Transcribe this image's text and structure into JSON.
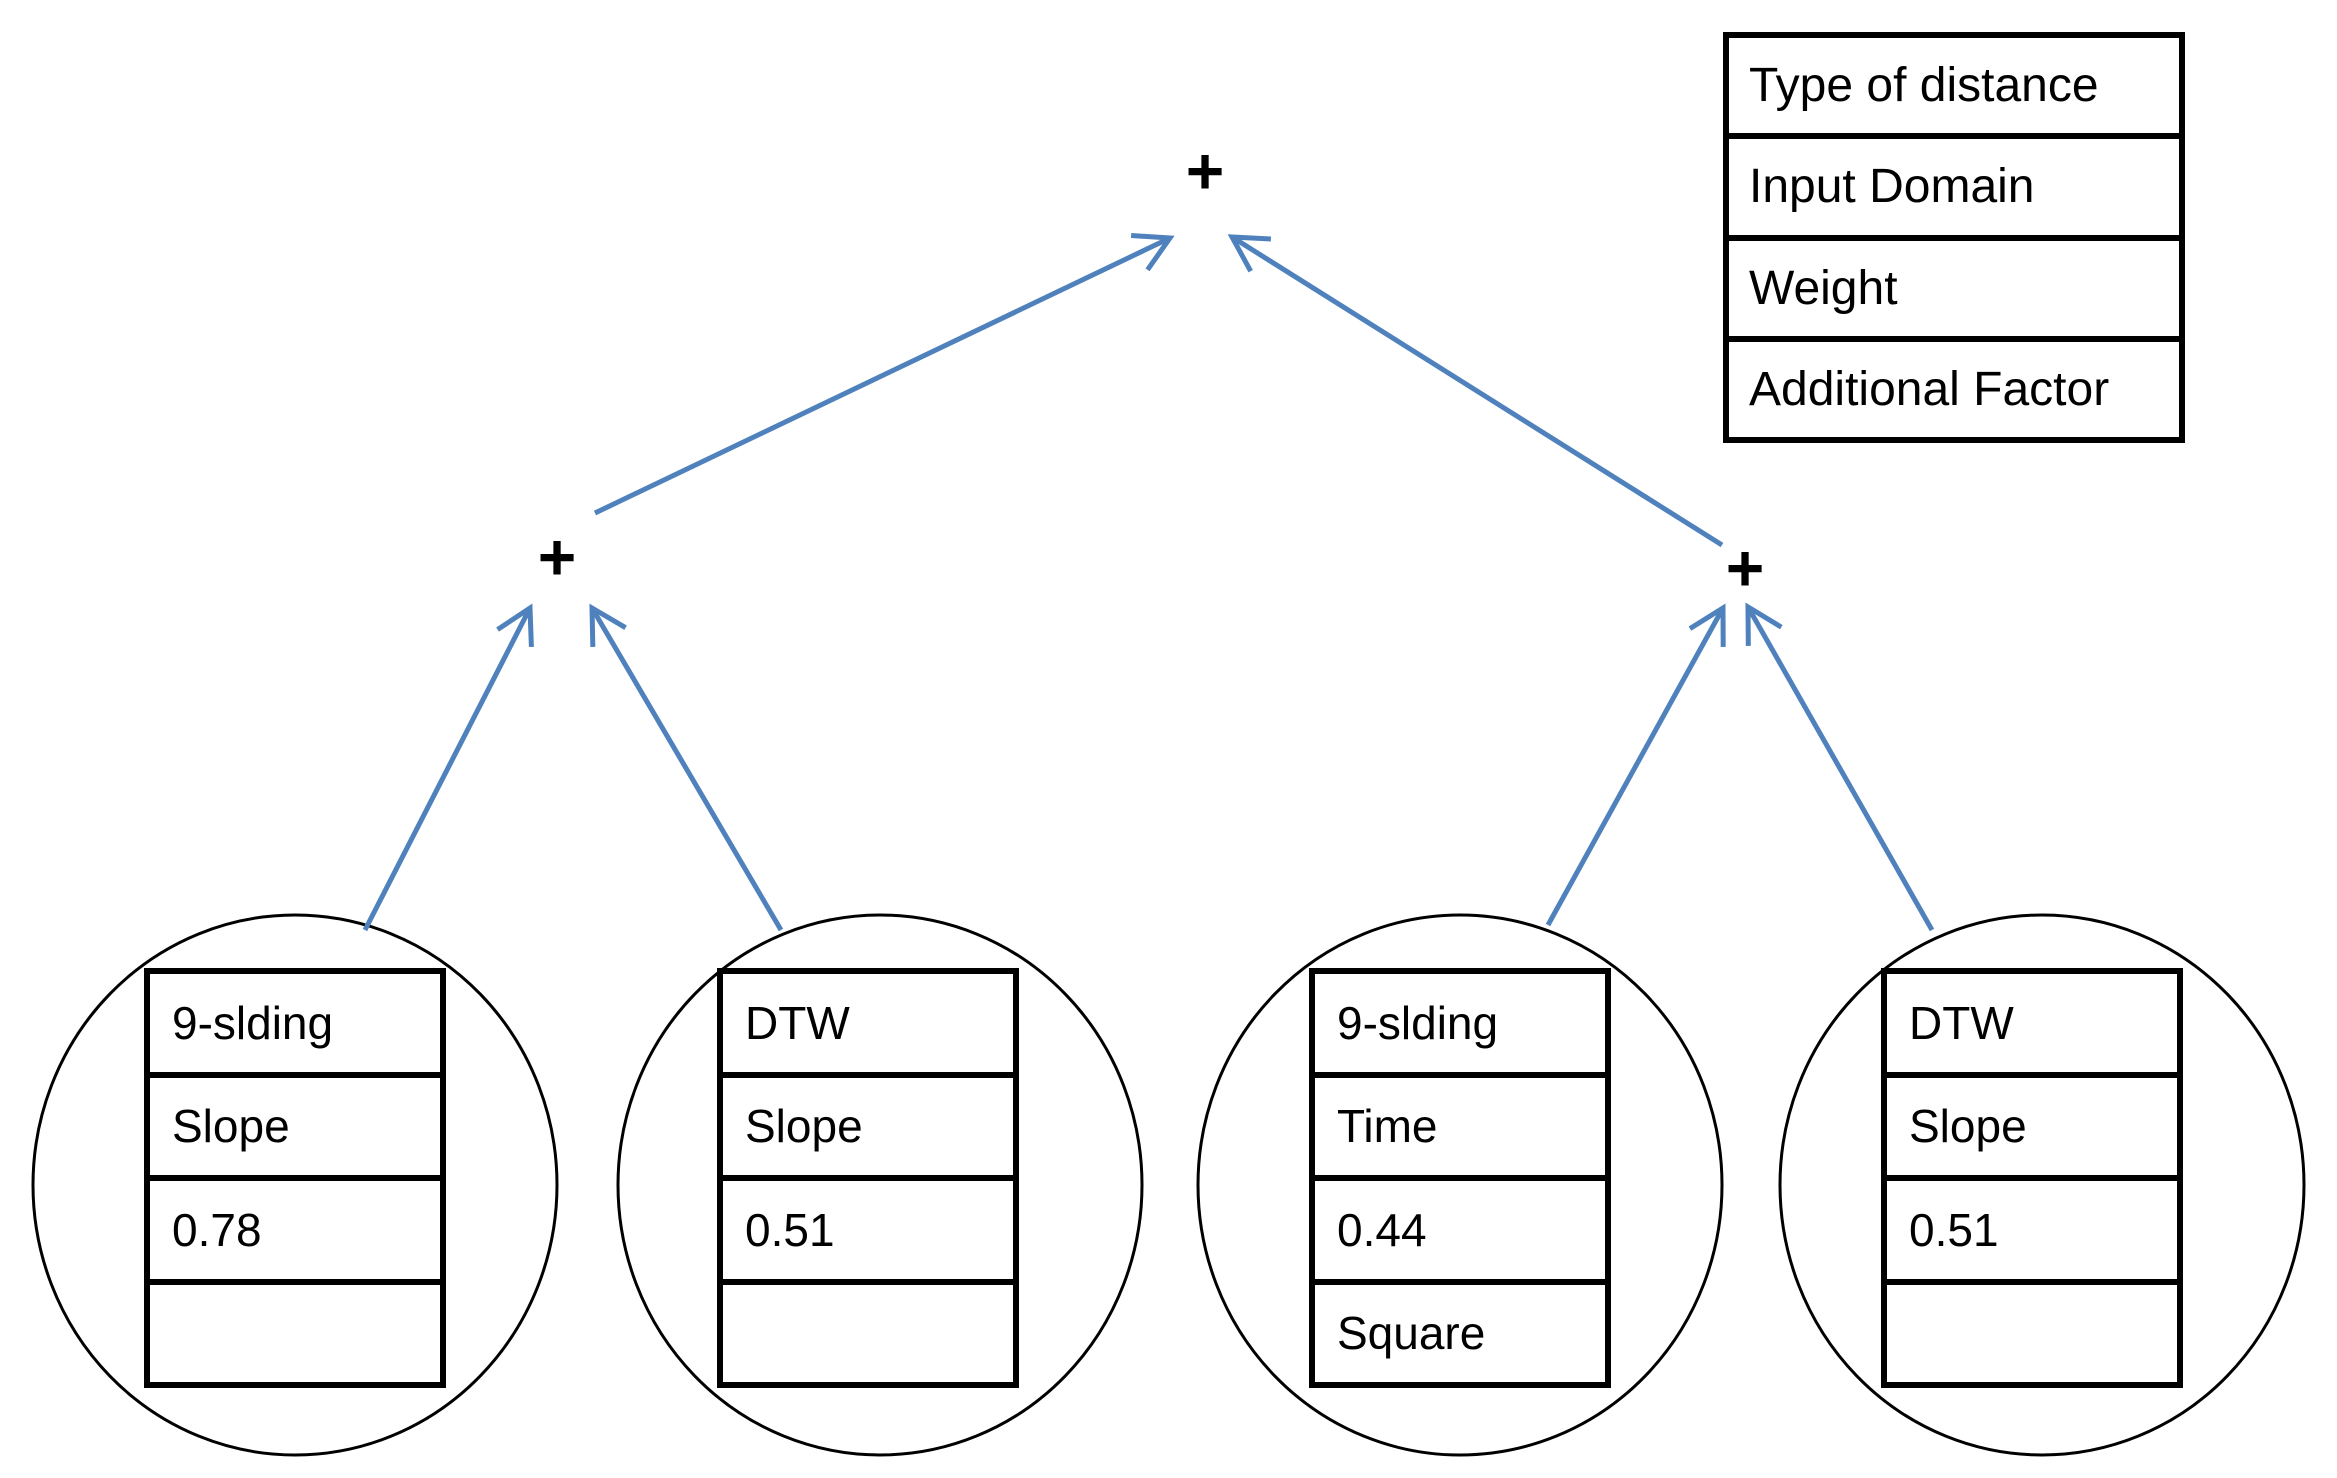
{
  "legend": {
    "rows": [
      "Type of distance",
      "Input Domain",
      "Weight",
      "Additional Factor"
    ]
  },
  "operators": {
    "root": "+",
    "left": "+",
    "right": "+"
  },
  "leaf_nodes": [
    {
      "type_of_distance": "9-slding",
      "input_domain": "Slope",
      "weight": "0.78",
      "additional_factor": ""
    },
    {
      "type_of_distance": "DTW",
      "input_domain": "Slope",
      "weight": "0.51",
      "additional_factor": ""
    },
    {
      "type_of_distance": "9-slding",
      "input_domain": "Time",
      "weight": "0.44",
      "additional_factor": "Square"
    },
    {
      "type_of_distance": "DTW",
      "input_domain": "Slope",
      "weight": "0.51",
      "additional_factor": ""
    }
  ],
  "colors": {
    "arrow": "#4f81bd",
    "outline": "#000000"
  }
}
